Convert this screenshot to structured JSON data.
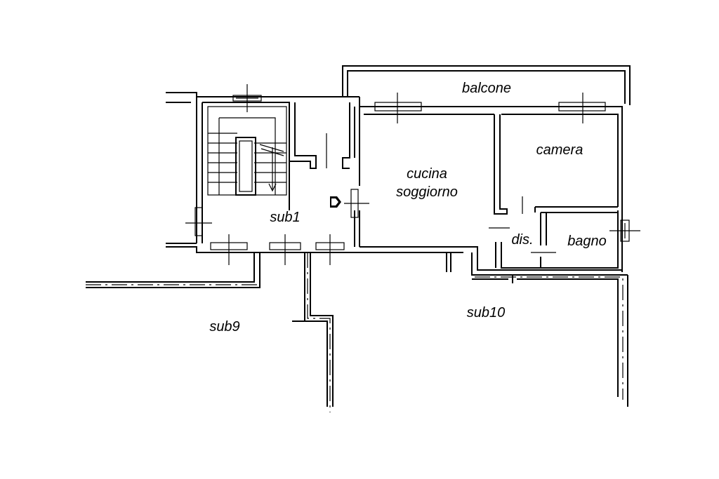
{
  "rooms": {
    "balcone": "balcone",
    "camera": "camera",
    "cucina_line1": "cucina",
    "cucina_line2": "soggiorno",
    "sub1": "sub1",
    "dis": "dis.",
    "bagno": "bagno",
    "sub9": "sub9",
    "sub10": "sub10"
  }
}
